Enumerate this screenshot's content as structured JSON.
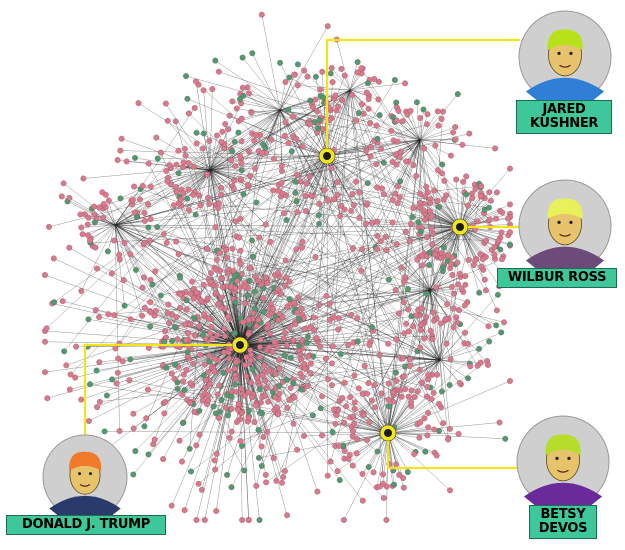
{
  "colors": {
    "person_node": "#d9798c",
    "org_node": "#4f9a70",
    "edge": "#222222",
    "highlight": "#f2e51f",
    "label_bg": "#3ec79a",
    "portrait_bg": "#cfcfcf"
  },
  "people": [
    {
      "id": "kushner",
      "lines": [
        "JARED",
        "KUSHNER"
      ],
      "portrait_color": "#2f7fd6",
      "hair_color": "#b7e21a"
    },
    {
      "id": "ross",
      "lines": [
        "WILBUR ROSS"
      ],
      "portrait_color": "#6c4a7a",
      "hair_color": "#e8f05a"
    },
    {
      "id": "trump",
      "lines": [
        "DONALD J. TRUMP"
      ],
      "portrait_color": "#2a3a6a",
      "hair_color": "#f07a2a"
    },
    {
      "id": "devos",
      "lines": [
        "BETSY",
        "DEVOS"
      ],
      "portrait_color": "#6a2a9a",
      "hair_color": "#b6dd2a"
    }
  ]
}
